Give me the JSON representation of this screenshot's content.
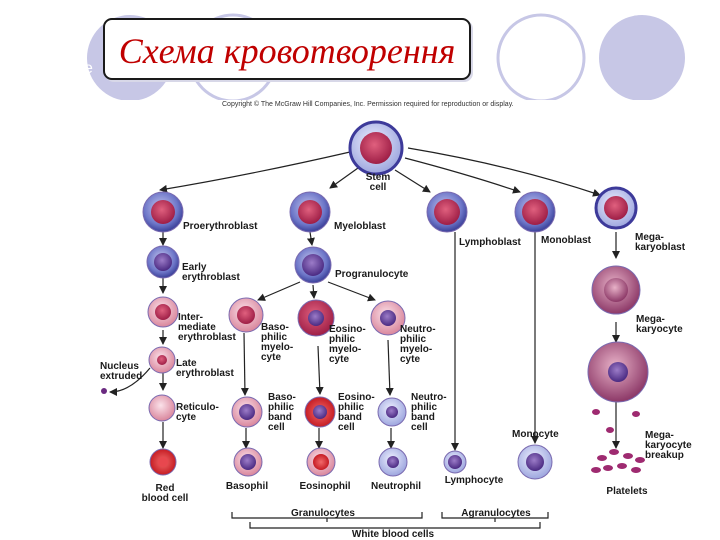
{
  "title": "Схема кровотворення",
  "bg_letter": "e",
  "copyright": "Copyright © The McGraw Hill Companies, Inc. Permission required for reproduction or display.",
  "labels": {
    "stem_cell": [
      "Stem",
      "cell"
    ],
    "proerythroblast": [
      "Proerythroblast"
    ],
    "myeloblast": [
      "Myeloblast"
    ],
    "lymphoblast": [
      "Lymphoblast"
    ],
    "monoblast": [
      "Monoblast"
    ],
    "megakaryoblast": [
      "Mega-",
      "karyoblast"
    ],
    "early_erythroblast": [
      "Early",
      "erythroblast"
    ],
    "progranulocyte": [
      "Progranulocyte"
    ],
    "intermediate_erythroblast": [
      "Inter-",
      "mediate",
      "erythroblast"
    ],
    "basophilic_myelocyte": [
      "Baso-",
      "philic",
      "myelo-",
      "cyte"
    ],
    "eosinophilic_myelocyte": [
      "Eosino-",
      "philic",
      "myelo-",
      "cyte"
    ],
    "neutrophilic_myelocyte": [
      "Neutro-",
      "philic",
      "myelo-",
      "cyte"
    ],
    "megakaryocyte": [
      "Mega-",
      "karyocyte"
    ],
    "nucleus_extruded": [
      "Nucleus",
      "extruded"
    ],
    "late_erythroblast": [
      "Late",
      "erythroblast"
    ],
    "reticulocyte": [
      "Reticulo-",
      "cyte"
    ],
    "basophilic_band": [
      "Baso-",
      "philic",
      "band",
      "cell"
    ],
    "eosinophilic_band": [
      "Eosino-",
      "philic",
      "band",
      "cell"
    ],
    "neutrophilic_band": [
      "Neutro-",
      "philic",
      "band",
      "cell"
    ],
    "monocyte": [
      "Monocyte"
    ],
    "megakaryocyte_breakup": [
      "Mega-",
      "karyocyte",
      "breakup"
    ],
    "red_blood_cell": [
      "Red",
      "blood cell"
    ],
    "basophil": [
      "Basophil"
    ],
    "eosinophil": [
      "Eosinophil"
    ],
    "neutrophil": [
      "Neutrophil"
    ],
    "lymphocyte": [
      "Lymphocyte"
    ],
    "platelets": [
      "Platelets"
    ],
    "granulocytes": [
      "Granulocytes"
    ],
    "agranulocytes": [
      "Agranulocytes"
    ],
    "white_blood_cells": [
      "White blood cells"
    ]
  },
  "colors": {
    "title": "#c00000",
    "bg_circle": "#c7c7e6",
    "stem_membrane": "#3d3a9a",
    "blue_cell": "#5b63b8",
    "nucleus_red": "#b0204a",
    "erythro_pink": "#e8a2b6",
    "rbc_red": "#d6242b",
    "mega_purple": "#8e3a6a",
    "arrow": "#222222"
  }
}
